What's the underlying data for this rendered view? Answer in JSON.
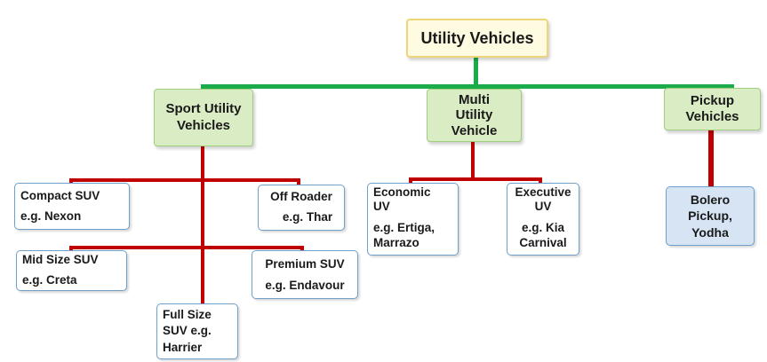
{
  "root": {
    "label": "Utility Vehicles"
  },
  "categories": [
    {
      "name": "Sport Utility Vehicles",
      "lines": [
        "Sport Utility",
        "Vehicles"
      ]
    },
    {
      "name": "Multi Utility Vehicle",
      "lines": [
        "Multi",
        "Utility",
        "Vehicle"
      ]
    },
    {
      "name": "Pickup Vehicles",
      "lines": [
        "Pickup",
        "Vehicles"
      ]
    }
  ],
  "suv": [
    {
      "lines": [
        "Compact SUV",
        "e.g. Nexon"
      ]
    },
    {
      "lines": [
        "Off Roader",
        "e.g. Thar"
      ]
    },
    {
      "lines": [
        "Mid  Size SUV",
        "e.g. Creta"
      ]
    },
    {
      "lines": [
        "Premium SUV",
        "e.g. Endavour"
      ]
    },
    {
      "lines": [
        "Full  Size",
        "SUV e.g.",
        "Harrier"
      ]
    }
  ],
  "muv": [
    {
      "lines": [
        "Economic",
        "UV",
        "e.g. Ertiga,",
        "Marrazo"
      ]
    },
    {
      "lines": [
        "Executive",
        "UV",
        "e.g. Kia",
        "Carnival"
      ]
    }
  ],
  "pickup": [
    {
      "lines": [
        "Bolero",
        "Pickup,",
        "Yodha"
      ]
    }
  ],
  "colors": {
    "green_connector": "#1aac4a",
    "red_connector": "#c00000",
    "root_fill": "#fffbe0",
    "category_fill": "#d9ecc4",
    "leaf_border": "#6f9fcb",
    "pickup_leaf_fill": "#d6e4f4"
  }
}
